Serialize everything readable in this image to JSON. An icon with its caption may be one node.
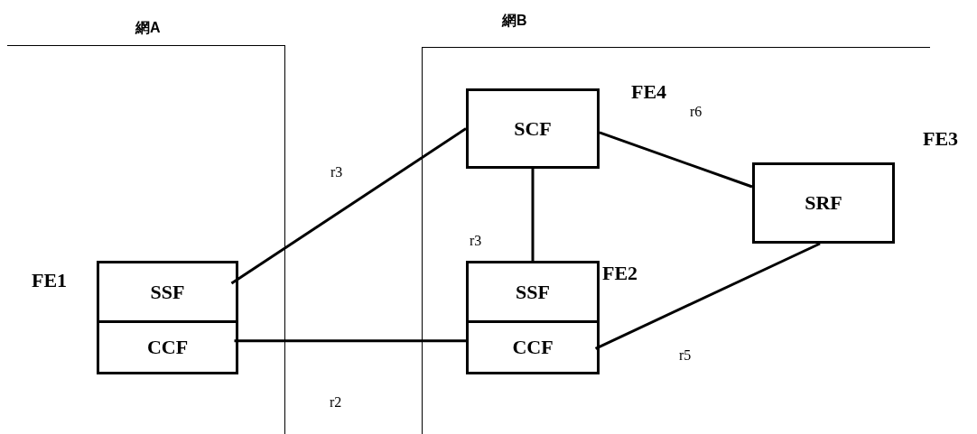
{
  "diagram": {
    "nodes": [
      {
        "text": [
          "網A"
        ]
      },
      {
        "text": [
          "網B"
        ]
      },
      {
        "text": [
          "FE1"
        ],
        "in": 0
      },
      {
        "text": [
          "SSF"
        ],
        "in": 2
      },
      {
        "text": [
          "CCF"
        ],
        "in": 2
      },
      {
        "text": [
          "SCF"
        ],
        "beside": [
          "FE4"
        ],
        "in": 1
      },
      {
        "text": [
          "FE2"
        ],
        "in": 1
      },
      {
        "text": [
          "SSF"
        ],
        "in": 6
      },
      {
        "text": [
          "CCF"
        ],
        "in": 6
      },
      {
        "text": [
          "SRF"
        ],
        "beside": [
          "FE3"
        ],
        "in": 1
      }
    ],
    "edges": [
      {
        "from": 3,
        "to": 5,
        "arrow": "none",
        "label": "r3"
      },
      {
        "from": 5,
        "to": 7,
        "arrow": "none",
        "label": "r3"
      },
      {
        "from": 5,
        "to": 9,
        "arrow": "none",
        "label": "r6"
      },
      {
        "from": 4,
        "to": 8,
        "arrow": "none",
        "label": "r2"
      },
      {
        "from": 8,
        "to": 9,
        "arrow": "none",
        "label": "r5"
      }
    ]
  }
}
